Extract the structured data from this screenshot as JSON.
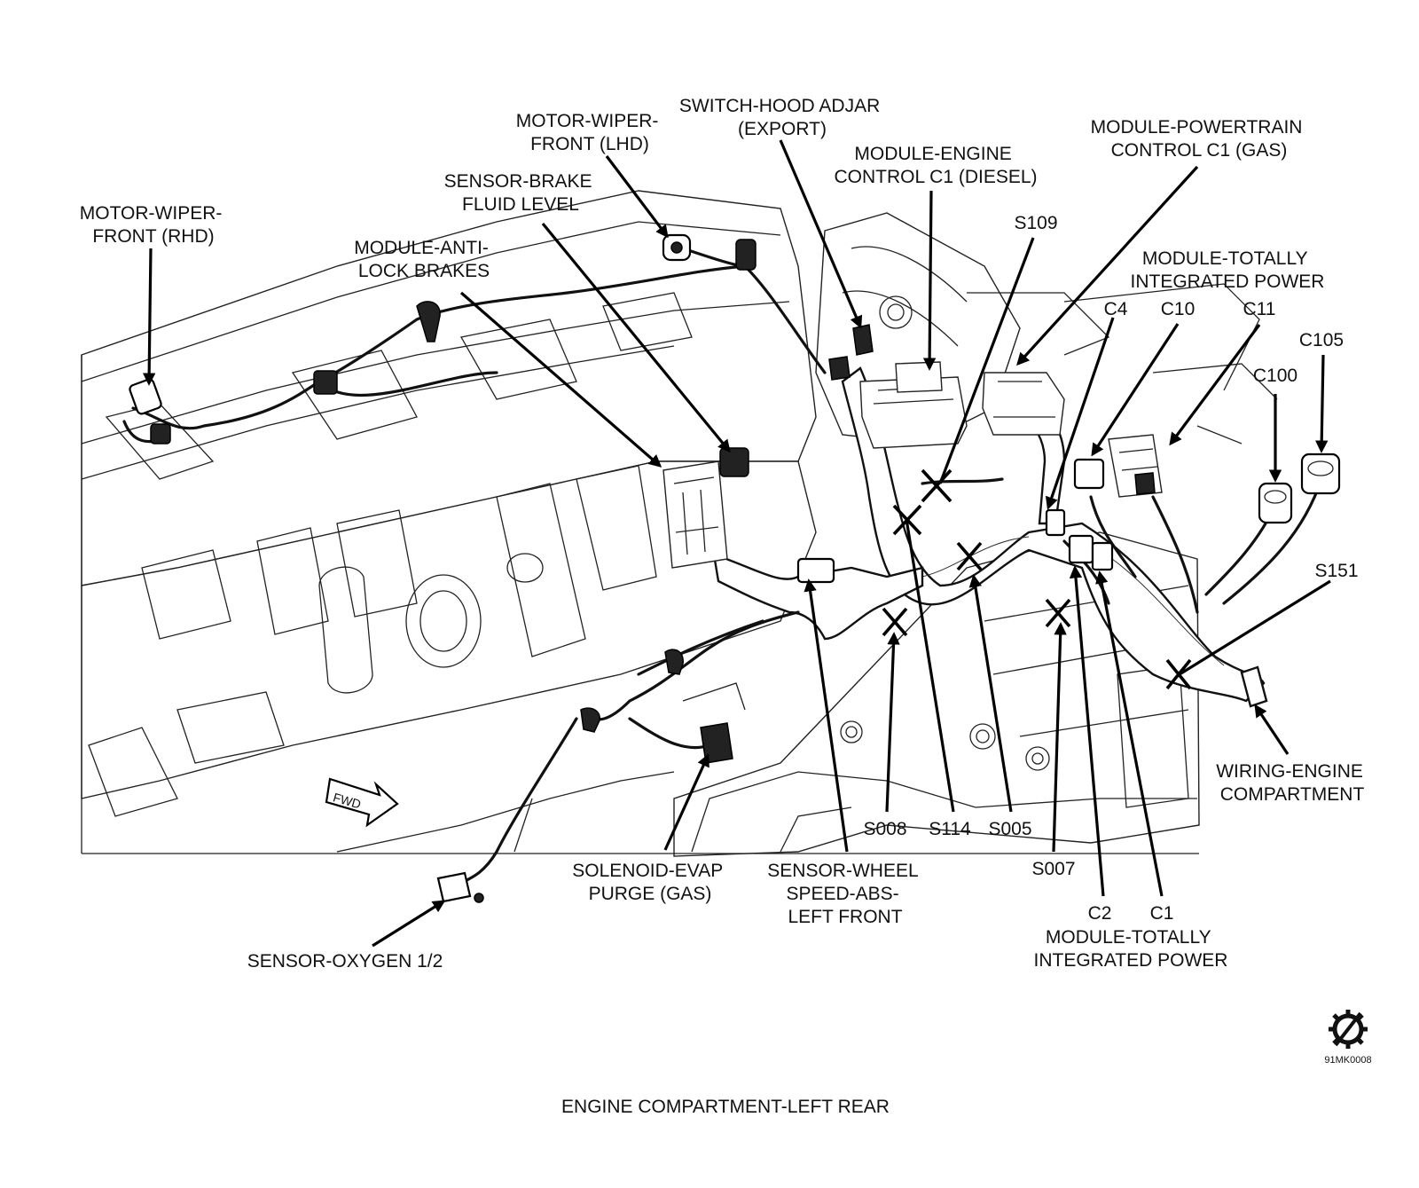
{
  "caption": "ENGINE COMPARTMENT-LEFT REAR",
  "figure_code": "91MK0008",
  "fwd_label": "FWD",
  "labels": {
    "motor_wiper_front_rhd": [
      "MOTOR-WIPER-",
      "FRONT (RHD)"
    ],
    "module_anti_lock_brakes": [
      "MODULE-ANTI-",
      "LOCK BRAKES"
    ],
    "sensor_brake_fluid_level": [
      "SENSOR-BRAKE",
      "FLUID LEVEL"
    ],
    "motor_wiper_front_lhd": [
      "MOTOR-WIPER-",
      "FRONT (LHD)"
    ],
    "switch_hood_adjar": [
      "SWITCH-HOOD ADJAR",
      "(EXPORT)"
    ],
    "module_engine_control": [
      "MODULE-ENGINE",
      "CONTROL C1 (DIESEL)"
    ],
    "module_powertrain_control": [
      "MODULE-POWERTRAIN",
      "CONTROL C1 (GAS)"
    ],
    "s109": "S109",
    "module_tipm_top": [
      "MODULE-TOTALLY",
      "INTEGRATED POWER"
    ],
    "c4": "C4",
    "c10": "C10",
    "c11": "C11",
    "c105": "C105",
    "c100": "C100",
    "s151": "S151",
    "wiring_engine_compartment": [
      "WIRING-ENGINE",
      "COMPARTMENT"
    ],
    "s008": "S008",
    "s114": "S114",
    "s005": "S005",
    "s007": "S007",
    "c2": "C2",
    "c1": "C1",
    "module_tipm_bottom": [
      "MODULE-TOTALLY",
      "INTEGRATED POWER"
    ],
    "sensor_wheel_speed": [
      "SENSOR-WHEEL",
      "SPEED-ABS-",
      "LEFT FRONT"
    ],
    "solenoid_evap_purge": [
      "SOLENOID-EVAP",
      "PURGE (GAS)"
    ],
    "sensor_oxygen": "SENSOR-OXYGEN 1/2"
  }
}
